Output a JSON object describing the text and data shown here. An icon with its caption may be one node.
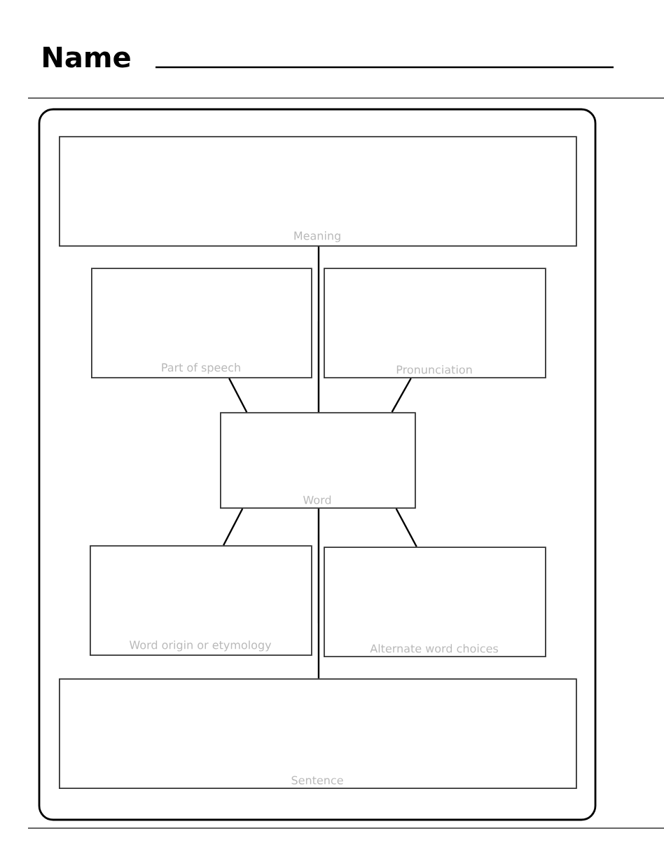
{
  "diagram": {
    "title": "Name",
    "nodes": [
      {
        "text": [
          "Meaning"
        ]
      },
      {
        "text": [
          "Part of speech"
        ]
      },
      {
        "text": [
          "Pronunciation"
        ]
      },
      {
        "text": [
          "Word"
        ]
      },
      {
        "text": [
          "Word origin or etymology"
        ]
      },
      {
        "text": [
          "Alternate word choices"
        ]
      },
      {
        "text": [
          "Sentence"
        ]
      }
    ],
    "edges": [
      {
        "from": 0,
        "to": 3,
        "arrow": "none"
      },
      {
        "from": 1,
        "to": 3,
        "arrow": "none"
      },
      {
        "from": 2,
        "to": 3,
        "arrow": "none"
      },
      {
        "from": 3,
        "to": 4,
        "arrow": "none"
      },
      {
        "from": 3,
        "to": 5,
        "arrow": "none"
      },
      {
        "from": 3,
        "to": 6,
        "arrow": "none"
      }
    ]
  }
}
